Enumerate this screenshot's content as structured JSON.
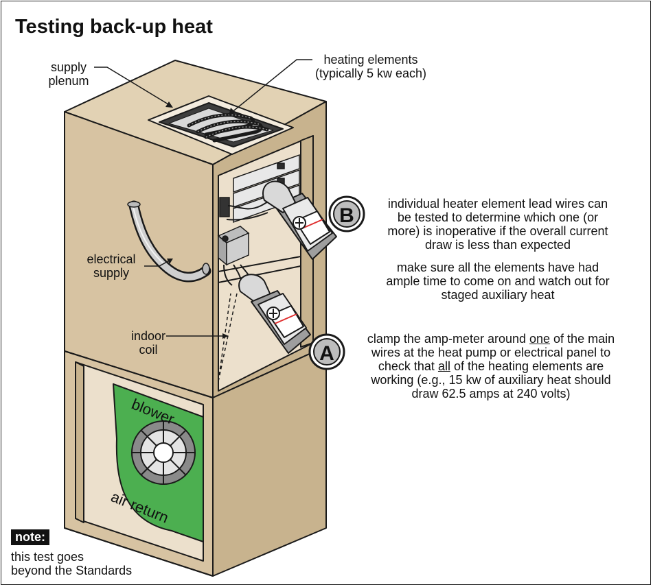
{
  "title": "Testing back-up heat",
  "labels": {
    "supply_plenum": [
      "supply",
      "plenum"
    ],
    "heating_elements": [
      "heating elements",
      "(typically 5 kw each)"
    ],
    "electrical_supply": [
      "electrical",
      "supply"
    ],
    "indoor_coil": [
      "indoor",
      "coil"
    ],
    "blower": "blower",
    "air_return": "air return"
  },
  "callout_b": {
    "marker": "B",
    "lines": [
      "individual heater element lead wires can",
      "be tested to determine which one (or",
      "more) is inoperative if the overall current",
      "draw is less than expected"
    ],
    "extra_lines": [
      "make sure all the elements have had",
      "ample time to come on and watch out for",
      "staged auxiliary heat"
    ]
  },
  "callout_a": {
    "marker": "A",
    "line1_before": "clamp the amp-meter around ",
    "line1_underlined": "one",
    "line1_after": " of the main",
    "line2": "wires at the heat pump or electrical panel to",
    "line3_before": "check that ",
    "line3_underlined": "all",
    "line3_after": " of the heating elements are",
    "line4": "working (e.g., 15 kw of auxiliary heat should",
    "line5": "draw 62.5 amps at 240 volts)"
  },
  "note": {
    "badge": "note:",
    "lines": [
      "this test goes",
      "beyond the Standards"
    ]
  },
  "colors": {
    "cabinet_front": "#d7c3a2",
    "cabinet_side": "#c8b38e",
    "cabinet_top": "#e2d2b4",
    "interior": "#ece0cc",
    "blower_green": "#4caf50",
    "meter_red": "#e03030",
    "outline": "#1a1a1a"
  }
}
